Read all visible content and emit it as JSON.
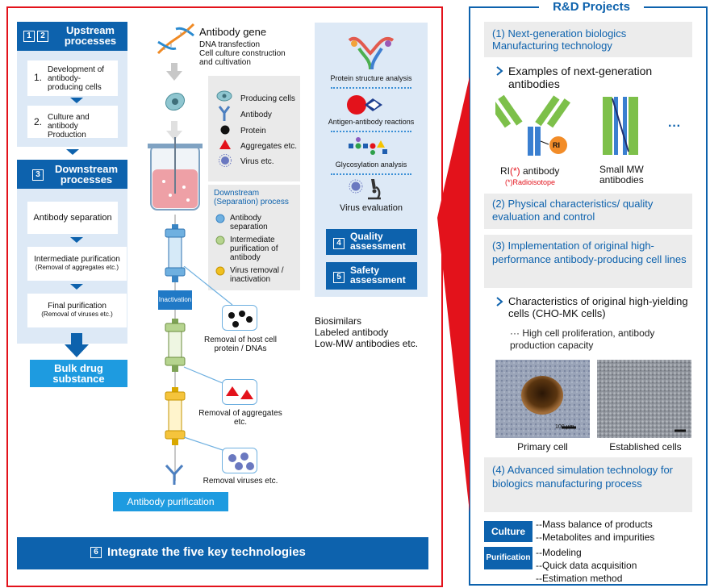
{
  "upstream": {
    "nums": [
      "1",
      "2"
    ],
    "title": "Upstream processes",
    "steps": [
      {
        "n": "1.",
        "text": "Development of antibody-producing cells"
      },
      {
        "n": "2.",
        "text": "Culture and antibody Production"
      }
    ]
  },
  "downstream": {
    "num": "3",
    "title": "Downstream processes",
    "steps": [
      {
        "text": "Antibody separation",
        "sub": ""
      },
      {
        "text": "Intermediate purification",
        "sub": "(Removal of aggregates etc.)"
      },
      {
        "text": "Final purification",
        "sub": "(Removal of viruses etc.)"
      }
    ],
    "output": "Bulk drug substance"
  },
  "center": {
    "gene_title": "Antibody gene",
    "gene_lines": [
      "DNA transfection",
      "Cell culture construction",
      "and cultivation"
    ],
    "legend": [
      "Producing cells",
      "Antibody",
      "Protein",
      "Aggregates etc.",
      "Virus etc."
    ],
    "ds_title": "Downstream (Separation) process",
    "ds_items": [
      "Antibody separation",
      "Intermediate purification of antibody",
      "Virus removal / inactivation"
    ],
    "inactivation": "Inactivation",
    "removals": [
      "Removal of host cell protein / DNAs",
      "Removal of aggregates etc.",
      "Removal viruses etc."
    ],
    "output": "Antibody purification"
  },
  "analysis": {
    "items": [
      "Protein structure analysis",
      "Antigen-antibody reactions",
      "Glycosylation analysis",
      "Virus evaluation"
    ],
    "quality": {
      "num": "4",
      "label": "Quality assessment"
    },
    "safety": {
      "num": "5",
      "label": "Safety assessment"
    },
    "others": [
      "Biosimilars",
      "Labeled antibody",
      "Low-MW antibodies etc."
    ]
  },
  "integrate": {
    "num": "6",
    "label": "Integrate the five key technologies"
  },
  "rd": {
    "title": "R&D Projects",
    "p1": "(1) Next-generation biologics Manufacturing technology",
    "p1_sub": "Examples of next-generation antibodies",
    "ri_badge": "RI",
    "ri_label": "RI",
    "ri_star": "(*)",
    "ri_rest": " antibody",
    "ri_note": "(*)Radioisotope",
    "smw_label": "Small MW antibodies",
    "ellipsis": "···",
    "p2": "(2) Physical characteristics/ quality evaluation and control",
    "p3": "(3) Implementation of original high-performance antibody-producing cell lines",
    "p3_sub": "Characteristics of original high-yielding cells (CHO-MK cells)",
    "p3_note": "··· High cell proliferation, antibody production capacity",
    "scale": "100 µm",
    "img1": "Primary cell",
    "img2": "Established cells",
    "p4": "(4) Advanced simulation technology for biologics manufacturing process",
    "culture_label": "Culture",
    "culture_items": [
      "--Mass balance of products",
      "--Metabolites and impurities"
    ],
    "purif_label": "Purification",
    "purif_items": [
      "--Modeling",
      "--Quick data acquisition",
      "--Estimation method"
    ]
  }
}
